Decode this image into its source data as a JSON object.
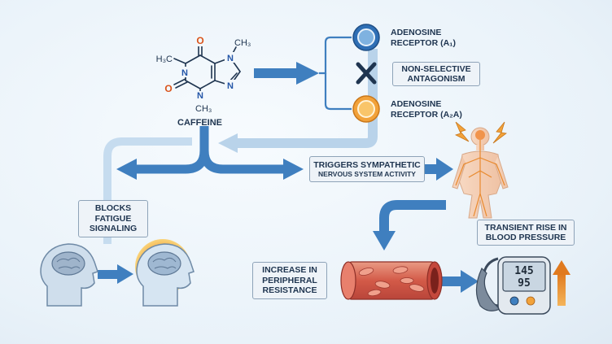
{
  "molecule": {
    "name": "CAFFEINE",
    "atoms": {
      "o_top": "O",
      "o_left": "O",
      "n1": "N",
      "n3": "N",
      "n7": "N",
      "n9": "N",
      "me_left": "H₃C",
      "me_top": "CH₃",
      "me_bottom": "CH₃"
    }
  },
  "receptors": {
    "a1_line1": "ADENOSINE",
    "a1_line2": "RECEPTOR (A₁)",
    "a2a_line1": "ADENOSINE",
    "a2a_line2": "RECEPTOR (A₂A)",
    "antagonism_line1": "NON-SELECTIVE",
    "antagonism_line2": "ANTAGONISM"
  },
  "labels": {
    "fatigue": [
      "BLOCKS",
      "FATIGUE",
      "SIGNALING"
    ],
    "sympathetic_line1": "TRIGGERS SYMPATHETIC",
    "sympathetic_line2": "NERVOUS SYSTEM ACTIVITY",
    "resistance": [
      "INCREASE IN",
      "PERIPHERAL",
      "RESISTANCE"
    ],
    "bp_line1": "TRANSIENT RISE IN",
    "bp_line2": "BLOOD PRESSURE"
  },
  "monitor": {
    "systolic": "145",
    "diastolic": "95"
  },
  "colors": {
    "arrow": "#3f7fbf",
    "arrow_light": "#b9d3ea",
    "ink": "#1f3550",
    "orange": "#f2a23a",
    "red": "#c8453a",
    "nitrogen": "#2456a8",
    "oxygen": "#d9541c"
  }
}
